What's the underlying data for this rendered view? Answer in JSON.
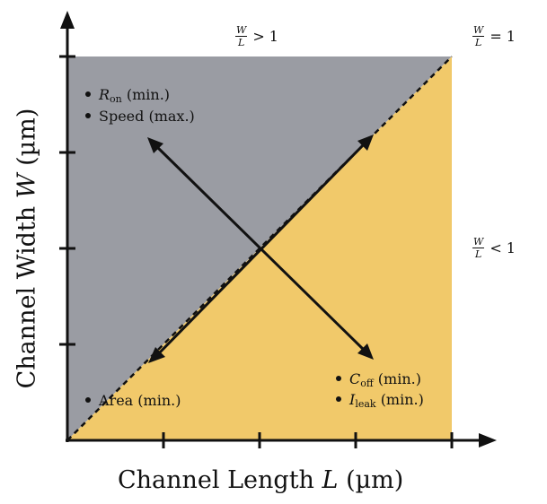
{
  "axes": {
    "x_label": "Channel Length",
    "x_symbol": "L",
    "x_unit": "(µm)",
    "y_label": "Channel Width",
    "y_symbol": "W",
    "y_unit": "(µm)"
  },
  "ratio_labels": {
    "w": "W",
    "l": "L",
    "greater": "> 1",
    "equal": "= 1",
    "less": "< 1"
  },
  "upper_region": {
    "items": [
      {
        "symbol": "R",
        "sub": "on",
        "text": "(min.)"
      },
      {
        "symbol": "",
        "sub": "",
        "text": "Speed (max.)"
      }
    ]
  },
  "lower_left": {
    "items": [
      {
        "symbol": "",
        "sub": "",
        "text": "Area (min.)"
      }
    ]
  },
  "lower_right": {
    "items": [
      {
        "symbol": "C",
        "sub": "off",
        "text": "(min.)"
      },
      {
        "symbol": "I",
        "sub": "leak",
        "text": "(min.)"
      }
    ]
  },
  "colors": {
    "upper_region": "#9a9ca3",
    "lower_region": "#f1c96a",
    "ink": "#111111"
  }
}
